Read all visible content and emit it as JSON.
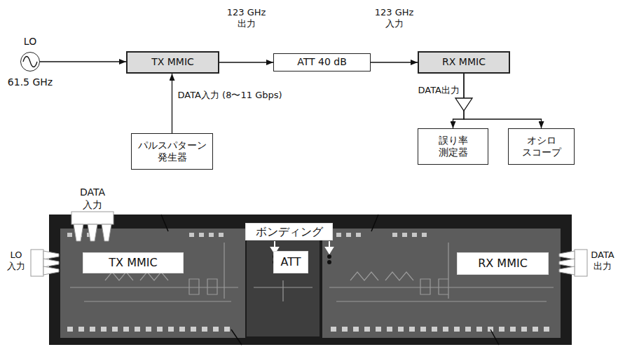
{
  "diagram": {
    "nodes": [
      {
        "text": [
          "LO",
          "61.5 GHz"
        ]
      },
      {
        "text": [
          "TX MMIC"
        ]
      },
      {
        "text": [
          "ATT 40 dB"
        ]
      },
      {
        "text": [
          "RX MMIC"
        ]
      },
      {
        "text": [
          "パルスパターン 発生器"
        ]
      },
      {
        "text": [
          "誤り率 測定器"
        ]
      },
      {
        "text": [
          "オシロ スコープ"
        ]
      },
      {
        "text": [
          "ボンディング"
        ]
      },
      {
        "text": [
          "TX MMIC"
        ]
      },
      {
        "text": [
          "ATT"
        ]
      },
      {
        "text": [
          "RX MMIC"
        ]
      }
    ],
    "edges": [
      {
        "from": 0,
        "to": 1,
        "arrow": "to"
      },
      {
        "from": 1,
        "to": 2,
        "label": "123 GHz 出力",
        "arrow": "to"
      },
      {
        "from": 2,
        "to": 3,
        "label": "123 GHz 入力",
        "arrow": "to"
      },
      {
        "from": 4,
        "to": 1,
        "label": "DATA入力 (8〜11 Gbps)",
        "arrow": "to"
      },
      {
        "from": 3,
        "to": 5,
        "arrow": "to"
      },
      {
        "from": 3,
        "to": 6,
        "arrow": "to"
      }
    ],
    "labels": [
      "DATA出力",
      "DATA 入力",
      "LO 入力",
      "DATA 出力"
    ]
  }
}
